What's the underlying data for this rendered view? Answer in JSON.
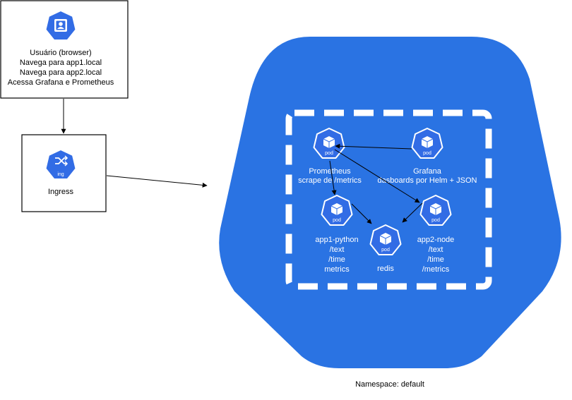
{
  "user_box": {
    "lines": [
      "Usuário (browser)",
      "Navega para app1.local",
      "Navega para app2.local",
      "Acessa Grafana e Prometheus"
    ]
  },
  "ingress": {
    "label": "Ingress",
    "icon_text": "ing"
  },
  "namespace_label": "Namespace: default",
  "pods": {
    "prometheus": {
      "icon_text": "pod",
      "lines": [
        "Prometheus",
        "scrape de /metrics"
      ]
    },
    "grafana": {
      "icon_text": "pod",
      "lines": [
        "Grafana",
        "dasboards por Helm + JSON"
      ]
    },
    "app1": {
      "icon_text": "pod",
      "lines": [
        "app1-python",
        "/text",
        "/time",
        "metrics"
      ]
    },
    "redis": {
      "icon_text": "pod",
      "lines": [
        "redis"
      ]
    },
    "app2": {
      "icon_text": "pod",
      "lines": [
        "app2-node",
        "/text",
        "/time",
        "/metrics"
      ]
    }
  },
  "colors": {
    "k8s_blue": "#2a73e3",
    "icon_blue": "#326ce5",
    "white": "#ffffff"
  },
  "icons": {
    "user": "user-icon",
    "ingress": "shuffle-icon",
    "pod": "cube-icon"
  }
}
